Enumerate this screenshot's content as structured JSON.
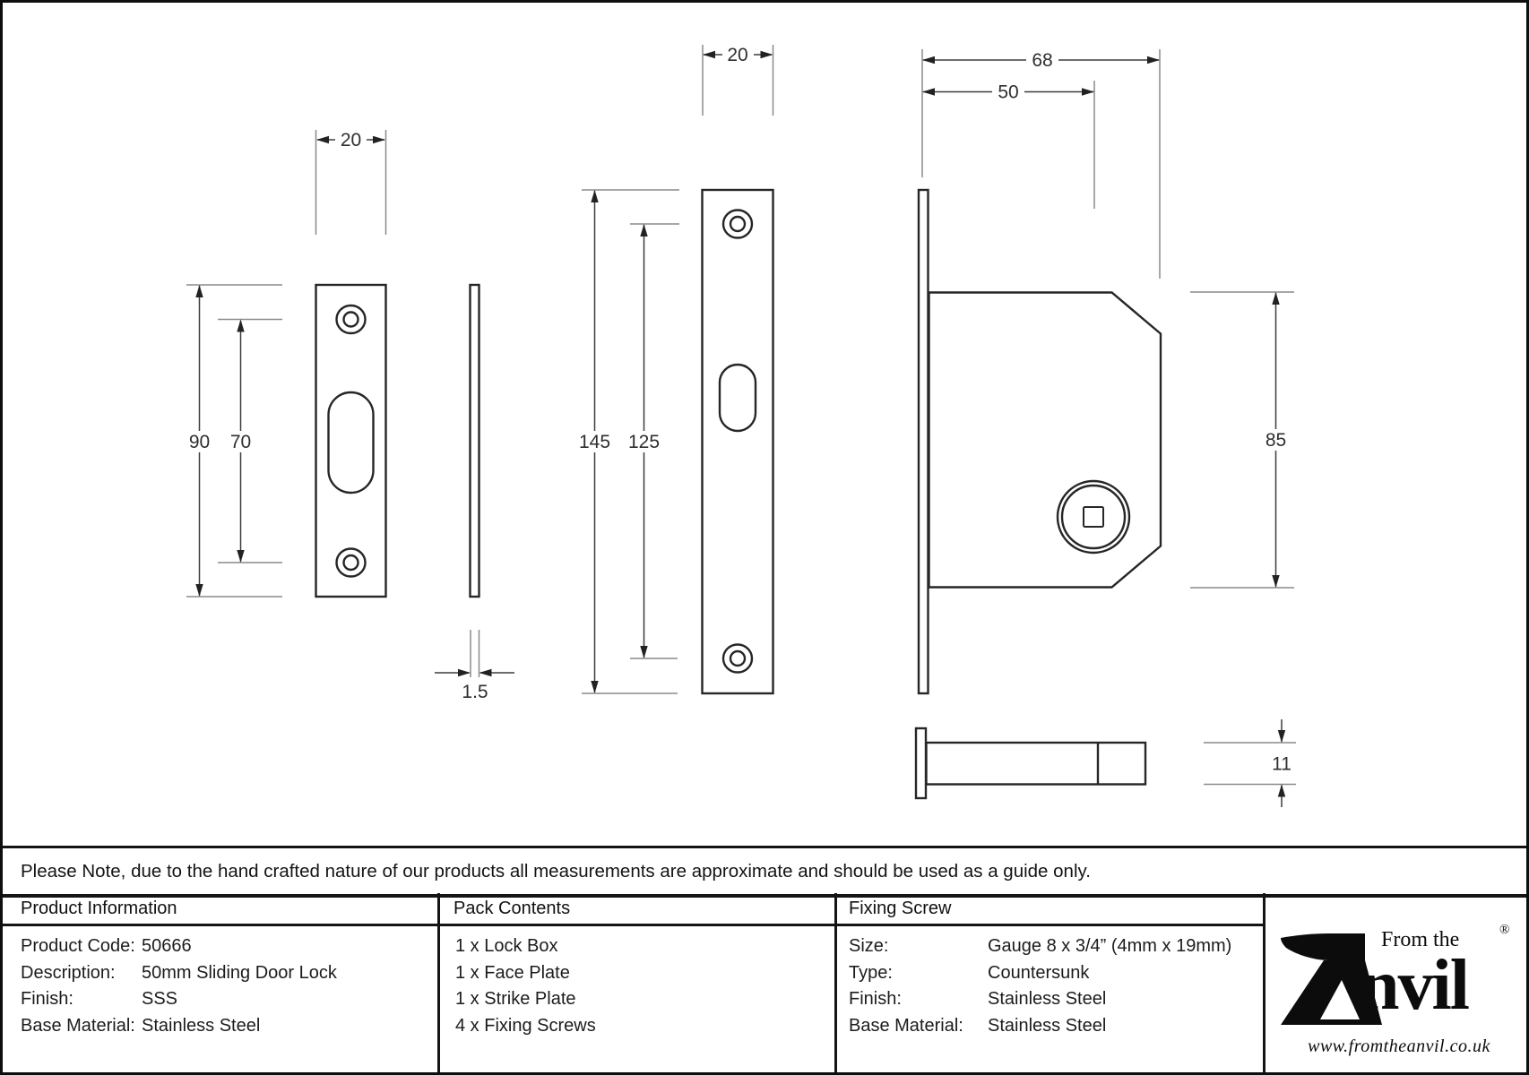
{
  "drawing": {
    "dims": {
      "strike_plate_width": "20",
      "strike_plate_height": "90",
      "strike_plate_hole_spacing": "70",
      "strike_plate_thickness": "1.5",
      "face_plate_width": "20",
      "face_plate_height": "145",
      "face_plate_hole_spacing": "125",
      "lock_box_depth": "68",
      "lock_box_backset": "50",
      "lock_box_height": "85",
      "lock_case_thickness": "11"
    }
  },
  "note": "Please Note, due to the hand crafted nature of our products all measurements are approximate and should be used as a guide only.",
  "table": {
    "product_information": {
      "header": "Product Information",
      "rows": [
        {
          "label": "Product Code:",
          "value": "50666"
        },
        {
          "label": "Description:",
          "value": "50mm Sliding Door Lock"
        },
        {
          "label": "Finish:",
          "value": "SSS"
        },
        {
          "label": "Base Material:",
          "value": "Stainless Steel"
        }
      ]
    },
    "pack_contents": {
      "header": "Pack Contents",
      "items": [
        "1 x Lock Box",
        "1 x Face Plate",
        "1 x Strike Plate",
        "4 x Fixing Screws"
      ]
    },
    "fixing_screw": {
      "header": "Fixing Screw",
      "rows": [
        {
          "label": "Size:",
          "value": "Gauge 8 x 3/4” (4mm x 19mm)"
        },
        {
          "label": "Type:",
          "value": "Countersunk"
        },
        {
          "label": "Finish:",
          "value": "Stainless Steel"
        },
        {
          "label": "Base Material:",
          "value": "Stainless Steel"
        }
      ]
    }
  },
  "logo": {
    "tagline": "From the",
    "brand_text": "nvil",
    "brand_name": "Anvil",
    "registered": "®",
    "website": "www.fromtheanvil.co.uk"
  }
}
